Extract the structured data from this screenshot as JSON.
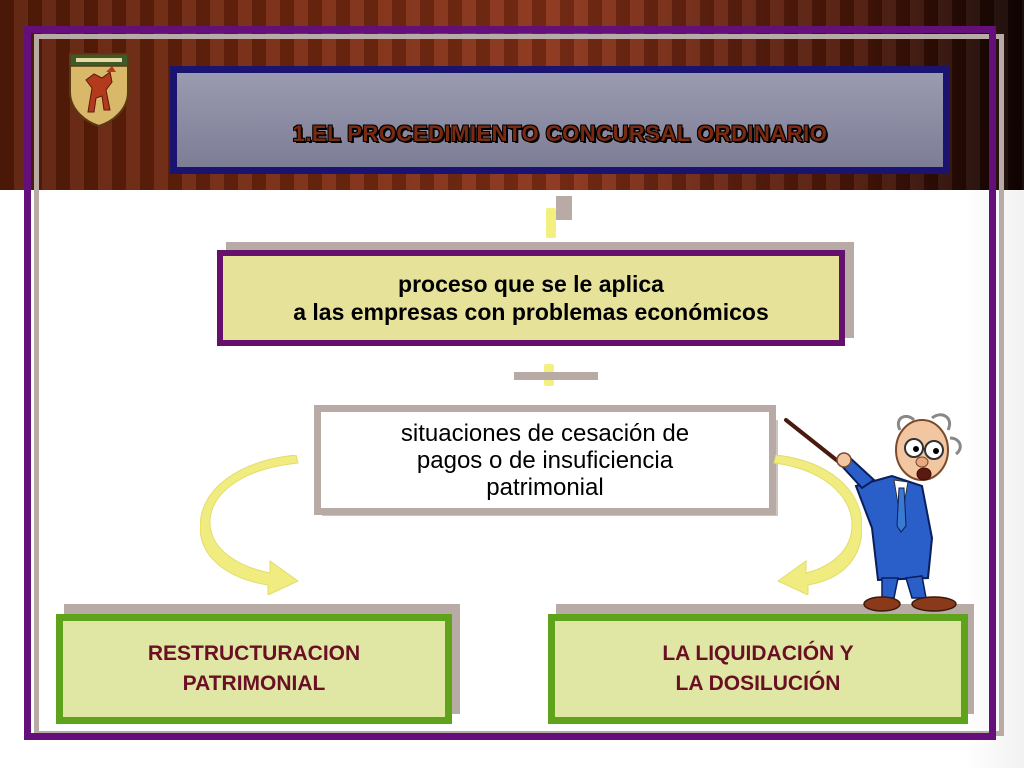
{
  "title": "1.EL PROCEDIMIENTO CONCURSAL ORDINARIO",
  "definition": {
    "line1": "proceso que se le aplica",
    "line2": "a las empresas con problemas económicos"
  },
  "situation": {
    "line1": "situaciones de cesación de",
    "line2": "pagos o de insuficiencia",
    "line3": "patrimonial"
  },
  "outcomes": {
    "left": {
      "line1": "RESTRUCTURACION",
      "line2": "PATRIMONIAL"
    },
    "right": {
      "line1": "LA LIQUIDACIÓN Y",
      "line2": "LA DOSILUCIÓN"
    }
  },
  "colors": {
    "frame": "#65107a",
    "title_border": "#1a1470",
    "title_text": "#7a2a10",
    "definition_fill": "#e6e29a",
    "outcome_border": "#5fa21c",
    "outcome_fill": "#e0e6a4",
    "outcome_text": "#6a1024",
    "arrow_fill": "#f0ec80"
  },
  "icons": {
    "crest": "heraldic-lion-crest-icon",
    "presenter": "cartoon-professor-with-pointer"
  }
}
